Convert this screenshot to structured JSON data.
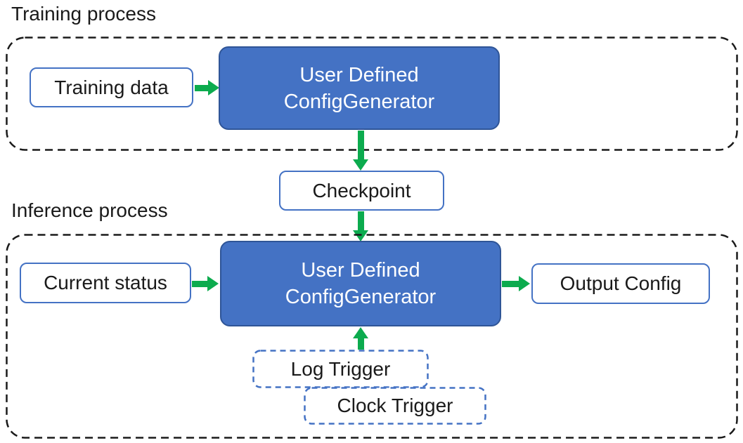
{
  "colors": {
    "generator_fill": "#4472C4",
    "generator_border": "#2F5597",
    "light_box_border": "#4472C4",
    "arrow_green": "#0CAB4E",
    "frame_border": "#1A1A1A"
  },
  "training": {
    "title": "Training process",
    "input": "Training data",
    "generator": {
      "line1": "User Defined",
      "line2": "ConfigGenerator"
    }
  },
  "checkpoint": "Checkpoint",
  "inference": {
    "title": "Inference process",
    "input": "Current status",
    "generator": {
      "line1": "User Defined",
      "line2": "ConfigGenerator"
    },
    "output": "Output Config",
    "triggers": [
      {
        "label": "Log Trigger"
      },
      {
        "label": "Clock Trigger"
      }
    ]
  }
}
